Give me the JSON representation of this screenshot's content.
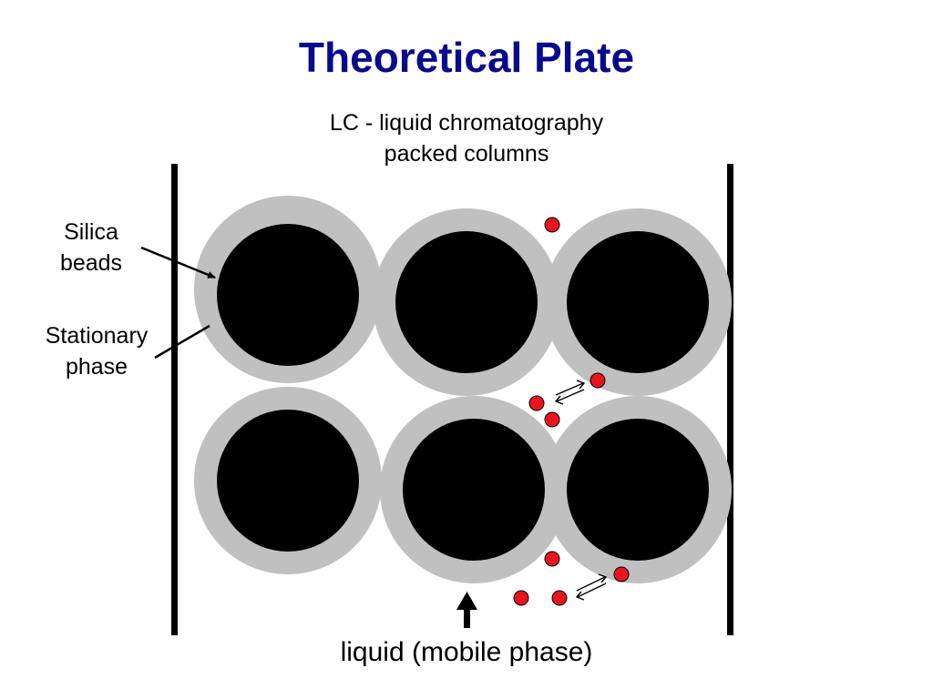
{
  "title": "Theoretical Plate",
  "subtitle_line1": "LC - liquid chromatography",
  "subtitle_line2": "packed columns",
  "label_silica_line1": "Silica",
  "label_silica_line2": "beads",
  "label_stationary_line1": "Stationary",
  "label_stationary_line2": "phase",
  "caption": "liquid (mobile phase)",
  "colors": {
    "title": "#0a0a8c",
    "bead_core": "#000000",
    "stationary_phase": "#c0c0c0",
    "molecule": "#e8141e",
    "column_wall": "#000000"
  }
}
